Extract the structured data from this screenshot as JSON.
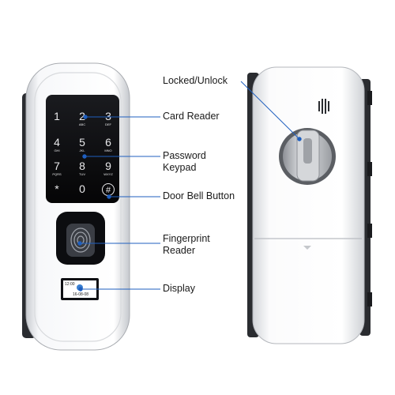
{
  "labels": {
    "locked_unlock": "Locked/Unlock",
    "card_reader": "Card Reader",
    "password_keypad_line1": "Password",
    "password_keypad_line2": "Keypad",
    "door_bell_button": "Door Bell Button",
    "fingerprint_reader_line1": "Fingerprint",
    "fingerprint_reader_line2": "Reader",
    "display": "Display"
  },
  "keypad": {
    "keys": [
      {
        "digit": "1",
        "sub": ""
      },
      {
        "digit": "2",
        "sub": "ABC"
      },
      {
        "digit": "3",
        "sub": "DEF"
      },
      {
        "digit": "4",
        "sub": "GHI"
      },
      {
        "digit": "5",
        "sub": "JKL"
      },
      {
        "digit": "6",
        "sub": "MNO"
      },
      {
        "digit": "7",
        "sub": "PQRS"
      },
      {
        "digit": "8",
        "sub": "TUV"
      },
      {
        "digit": "9",
        "sub": "WXYZ"
      },
      {
        "digit": "*",
        "sub": ""
      },
      {
        "digit": "0",
        "sub": ""
      },
      {
        "digit": "#",
        "sub": ""
      }
    ]
  },
  "display_screen": {
    "time": "12:00",
    "date": "16-08-08"
  },
  "colors": {
    "lock_body": "#f2f3f5",
    "lock_frame_dark": "#2a2c30",
    "keypad_glass": "#0b0b0d",
    "keypad_text": "#e8e8ea",
    "callout_line": "#1f5fbf",
    "callout_dot": "#1f5fbf",
    "label_text": "#1a1a1a"
  }
}
